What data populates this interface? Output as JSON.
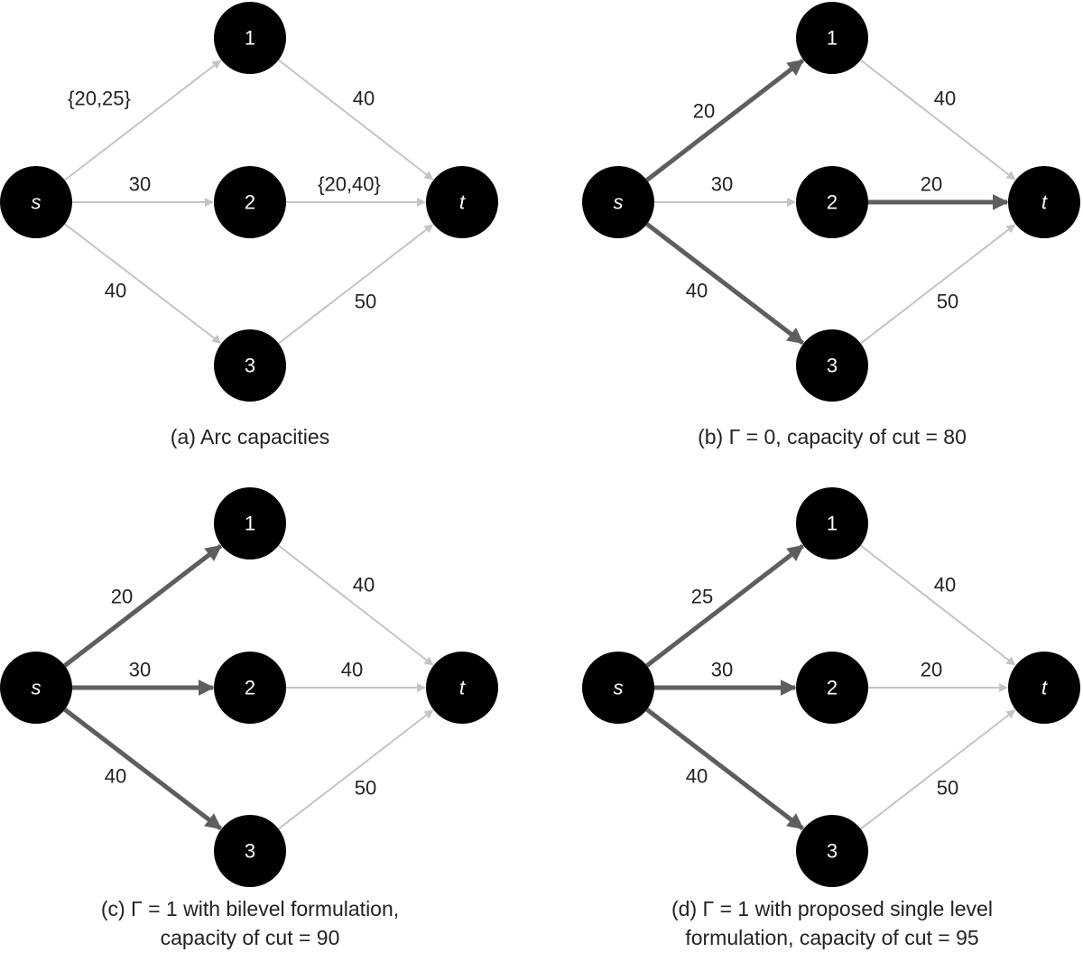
{
  "colors": {
    "light_arc": "#c4c4c4",
    "dark_arc": "#5e5e5e",
    "node": "#000000"
  },
  "panels": [
    {
      "id": "a",
      "caption": [
        "(a) Arc capacities"
      ],
      "edges": [
        {
          "from": "s",
          "to": "1",
          "label": "{20,25}",
          "bold": false
        },
        {
          "from": "s",
          "to": "2",
          "label": "30",
          "bold": false
        },
        {
          "from": "s",
          "to": "3",
          "label": "40",
          "bold": false
        },
        {
          "from": "1",
          "to": "t",
          "label": "40",
          "bold": false
        },
        {
          "from": "2",
          "to": "t",
          "label": "{20,40}",
          "bold": false
        },
        {
          "from": "3",
          "to": "t",
          "label": "50",
          "bold": false
        }
      ]
    },
    {
      "id": "b",
      "caption": [
        "(b) Γ = 0, capacity of cut = 80"
      ],
      "edges": [
        {
          "from": "s",
          "to": "1",
          "label": "20",
          "bold": true
        },
        {
          "from": "s",
          "to": "2",
          "label": "30",
          "bold": false
        },
        {
          "from": "s",
          "to": "3",
          "label": "40",
          "bold": true
        },
        {
          "from": "1",
          "to": "t",
          "label": "40",
          "bold": false
        },
        {
          "from": "2",
          "to": "t",
          "label": "20",
          "bold": true
        },
        {
          "from": "3",
          "to": "t",
          "label": "50",
          "bold": false
        }
      ]
    },
    {
      "id": "c",
      "caption": [
        "(c) Γ = 1 with bilevel formulation,",
        "capacity of cut = 90"
      ],
      "edges": [
        {
          "from": "s",
          "to": "1",
          "label": "20",
          "bold": true
        },
        {
          "from": "s",
          "to": "2",
          "label": "30",
          "bold": true
        },
        {
          "from": "s",
          "to": "3",
          "label": "40",
          "bold": true
        },
        {
          "from": "1",
          "to": "t",
          "label": "40",
          "bold": false
        },
        {
          "from": "2",
          "to": "t",
          "label": "40",
          "bold": false
        },
        {
          "from": "3",
          "to": "t",
          "label": "50",
          "bold": false
        }
      ]
    },
    {
      "id": "d",
      "caption": [
        "(d) Γ = 1 with proposed single level",
        "formulation, capacity of cut = 95"
      ],
      "edges": [
        {
          "from": "s",
          "to": "1",
          "label": "25",
          "bold": true
        },
        {
          "from": "s",
          "to": "2",
          "label": "30",
          "bold": true
        },
        {
          "from": "s",
          "to": "3",
          "label": "40",
          "bold": true
        },
        {
          "from": "1",
          "to": "t",
          "label": "40",
          "bold": false
        },
        {
          "from": "2",
          "to": "t",
          "label": "20",
          "bold": false
        },
        {
          "from": "3",
          "to": "t",
          "label": "50",
          "bold": false
        }
      ]
    }
  ],
  "nodes": [
    {
      "id": "s",
      "label": "s",
      "italic": true
    },
    {
      "id": "1",
      "label": "1",
      "italic": false
    },
    {
      "id": "2",
      "label": "2",
      "italic": false
    },
    {
      "id": "3",
      "label": "3",
      "italic": false
    },
    {
      "id": "t",
      "label": "t",
      "italic": true
    }
  ]
}
